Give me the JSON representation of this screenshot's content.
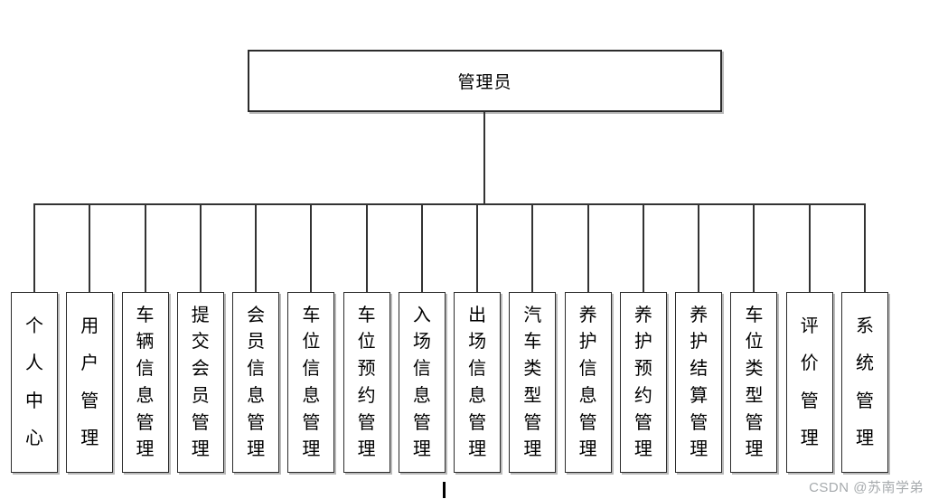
{
  "diagram": {
    "root": {
      "label": "管理员"
    },
    "children": [
      "个人中心",
      "用户管理",
      "车辆信息管理",
      "提交会员管理",
      "会员信息管理",
      "车位信息管理",
      "车位预约管理",
      "入场信息管理",
      "出场信息管理",
      "汽车类型管理",
      "养护信息管理",
      "养护预约管理",
      "养护结算管理",
      "车位类型管理",
      "评价管理",
      "系统管理"
    ],
    "colors": {
      "line": "#333333",
      "box_border": "#2b2b2b",
      "box_shadow": "#828282",
      "background": "#ffffff",
      "text": "#000000",
      "watermark": "#a6aaad"
    }
  },
  "watermark": {
    "text": "CSDN @苏南学弟"
  }
}
